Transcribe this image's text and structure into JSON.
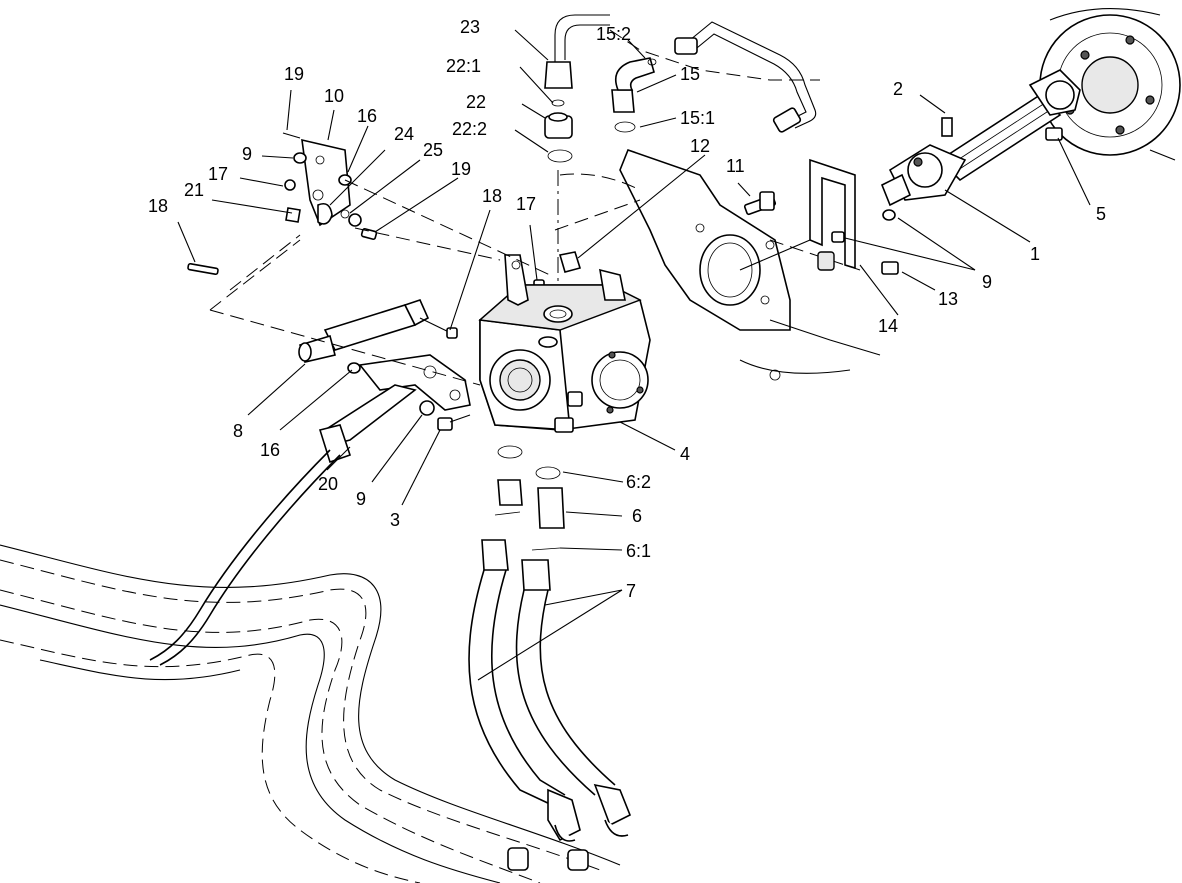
{
  "callouts": [
    {
      "text": "23"
    },
    {
      "text": "22:1"
    },
    {
      "text": "22"
    },
    {
      "text": "22:2"
    },
    {
      "text": "15:2"
    },
    {
      "text": "15"
    },
    {
      "text": "15:1"
    },
    {
      "text": "12"
    },
    {
      "text": "11"
    },
    {
      "text": "2"
    },
    {
      "text": "5"
    },
    {
      "text": "1"
    },
    {
      "text": "9"
    },
    {
      "text": "13"
    },
    {
      "text": "14"
    },
    {
      "text": "19"
    },
    {
      "text": "10"
    },
    {
      "text": "16"
    },
    {
      "text": "9"
    },
    {
      "text": "17"
    },
    {
      "text": "21"
    },
    {
      "text": "24"
    },
    {
      "text": "25"
    },
    {
      "text": "19"
    },
    {
      "text": "18"
    },
    {
      "text": "17"
    },
    {
      "text": "18"
    },
    {
      "text": "8"
    },
    {
      "text": "16"
    },
    {
      "text": "20"
    },
    {
      "text": "9"
    },
    {
      "text": "3"
    },
    {
      "text": "4"
    },
    {
      "text": "6:2"
    },
    {
      "text": "6"
    },
    {
      "text": "6:1"
    },
    {
      "text": "7"
    }
  ]
}
